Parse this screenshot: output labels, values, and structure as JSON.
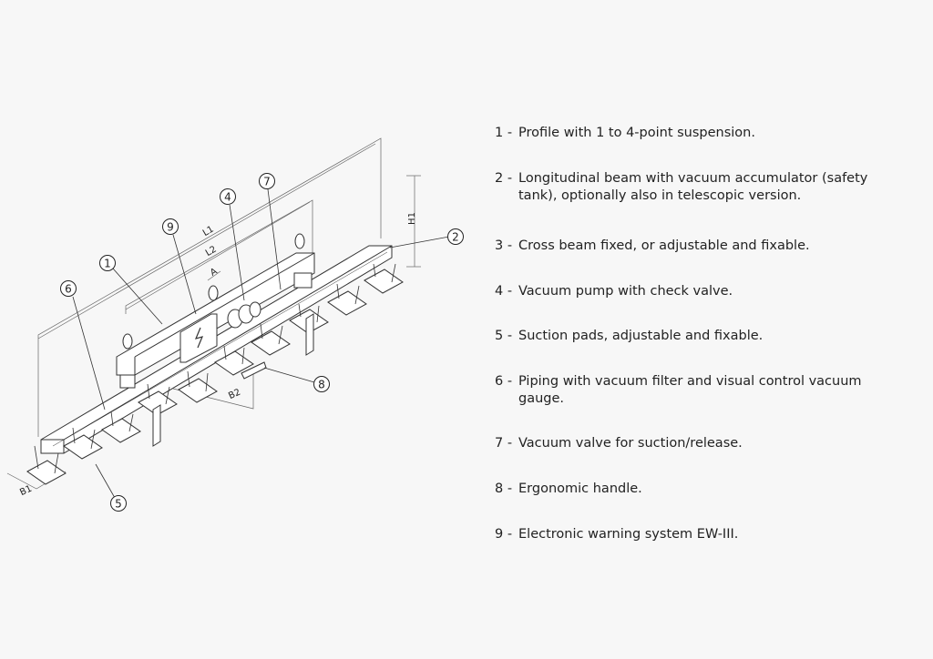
{
  "callouts": {
    "c1": "1",
    "c2": "2",
    "c4": "4",
    "c5": "5",
    "c6": "6",
    "c7": "7",
    "c8": "8",
    "c9": "9"
  },
  "dimensions": {
    "L1": "L1",
    "L2": "L2",
    "A": "A",
    "H1": "H1",
    "B1": "B1",
    "B2": "B2"
  },
  "legend": [
    {
      "num": "1 -",
      "text": "Profile with 1 to 4-point suspension."
    },
    {
      "num": "2 -",
      "text": "Longitudinal beam with vacuum accumulator (safety tank), optionally also in telescopic version."
    },
    {
      "num": "3 -",
      "text": "Cross beam fixed, or adjustable and fixable."
    },
    {
      "num": "4 -",
      "text": "Vacuum pump with check valve."
    },
    {
      "num": "5 -",
      "text": "Suction pads, adjustable and fixable."
    },
    {
      "num": "6 -",
      "text": "Piping with vacuum filter and visual control vacuum gauge."
    },
    {
      "num": "7 -",
      "text": "Vacuum valve for suction/release."
    },
    {
      "num": "8 -",
      "text": "Ergonomic handle."
    },
    {
      "num": "9 -",
      "text": "Electronic warning system EW-III."
    }
  ]
}
